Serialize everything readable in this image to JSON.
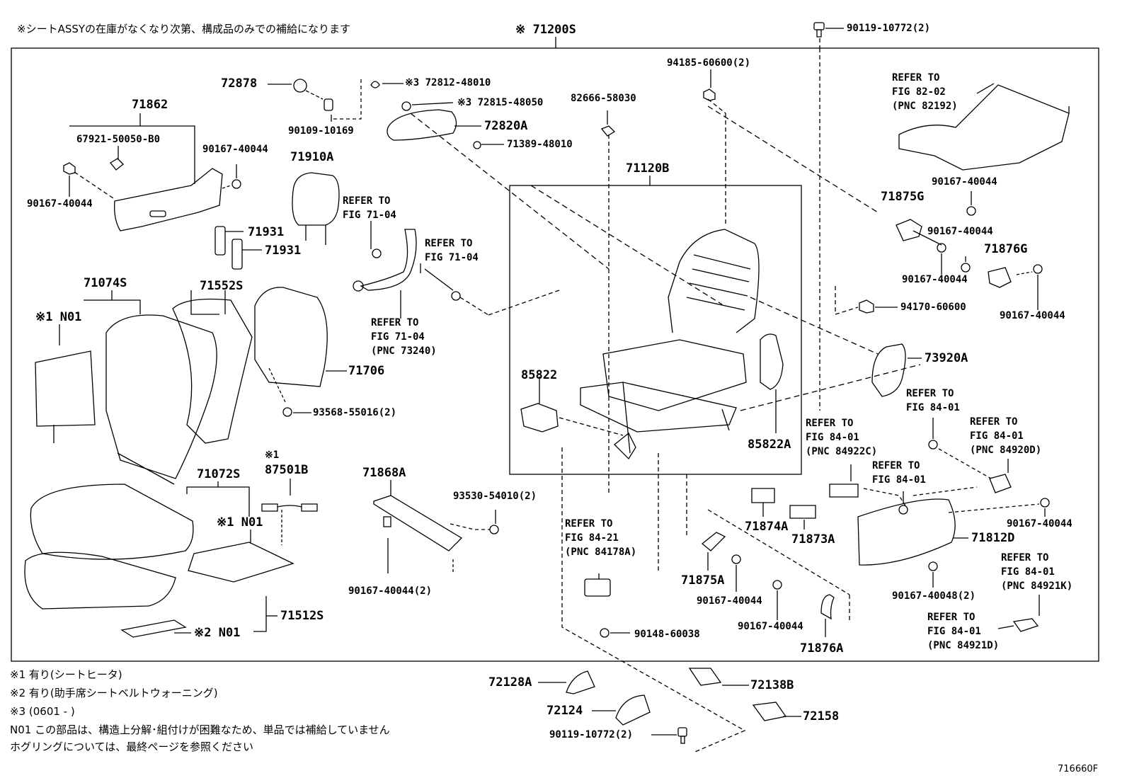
{
  "header": {
    "note": "※シートASSYの在庫がなくなり次第、構成品のみでの補給になります",
    "assembly": "※ 71200S",
    "top_bolt": "90119-10772(2)"
  },
  "parts": {
    "p72878": "72878",
    "p72812": "※3 72812-48010",
    "p72815": "※3 72815-48050",
    "p90109": "90109-10169",
    "p72820A": "72820A",
    "p71389": "71389-48010",
    "p82666": "82666-58030",
    "p94185": "94185-60600(2)",
    "p71862": "71862",
    "p67921": "67921-50050-B0",
    "p90167_a": "90167-40044",
    "p90167_b": "90167-40044",
    "p71910A": "71910A",
    "p71931_a": "71931",
    "p71931_b": "71931",
    "p71120B": "71120B",
    "p71875G": "71875G",
    "p90167_c": "90167-40044",
    "p90167_d": "90167-40044",
    "p71876G": "71876G",
    "p90167_e": "90167-40044",
    "p90167_f": "90167-40044",
    "p94170": "94170-60600",
    "p71074S": "71074S",
    "p71552S": "71552S",
    "pN01_1": "※1 N01",
    "p71706": "71706",
    "p93568": "93568-55016(2)",
    "p85822": "85822",
    "p85822A": "85822A",
    "p73920A": "73920A",
    "p71072S": "71072S",
    "p87501B_mark": "※1",
    "p87501B": "87501B",
    "pN01_2": "※1 N01",
    "p71868A": "71868A",
    "p93530": "93530-54010(2)",
    "p90167_g": "90167-40044(2)",
    "p71874A": "71874A",
    "p71873A": "71873A",
    "p71812D": "71812D",
    "p90167_h": "90167-40044",
    "p90167_i": "90167-40048(2)",
    "p71875A": "71875A",
    "p90167_j": "90167-40044",
    "p90167_k": "90167-40044",
    "p71876A": "71876A",
    "p90148": "90148-60038",
    "p71512S": "71512S",
    "pN01_3": "※2 N01",
    "p72128A": "72128A",
    "p72124": "72124",
    "p72138B": "72138B",
    "p72158": "72158",
    "p90119_b": "90119-10772(2)"
  },
  "refs": {
    "r1": "REFER TO\nFIG 82-02\n(PNC 82192)",
    "r2": "REFER TO\nFIG 71-04",
    "r3": "REFER TO\nFIG 71-04",
    "r4": "REFER TO\nFIG 71-04\n(PNC 73240)",
    "r5": "REFER TO\nFIG 84-01",
    "r6": "REFER TO\nFIG 84-01\n(PNC 84922C)",
    "r7": "REFER TO\nFIG 84-01\n(PNC 84920D)",
    "r8": "REFER TO\nFIG 84-01",
    "r9": "REFER TO\nFIG 84-21\n(PNC 84178A)",
    "r10": "REFER TO\nFIG 84-01\n(PNC 84921K)",
    "r11": "REFER TO\nFIG 84-01\n(PNC 84921D)"
  },
  "footnotes": {
    "n1": "※1 有り(シートヒータ)",
    "n2": "※2 有り(助手席シートベルトウォーニング)",
    "n3": "※3 (0601 -        )",
    "n4": "N01 この部品は、構造上分解･組付けが困難なため、単品では補給していません",
    "n5": "ホグリングについては、最終ページを参照ください"
  },
  "figure_id": "716660F"
}
